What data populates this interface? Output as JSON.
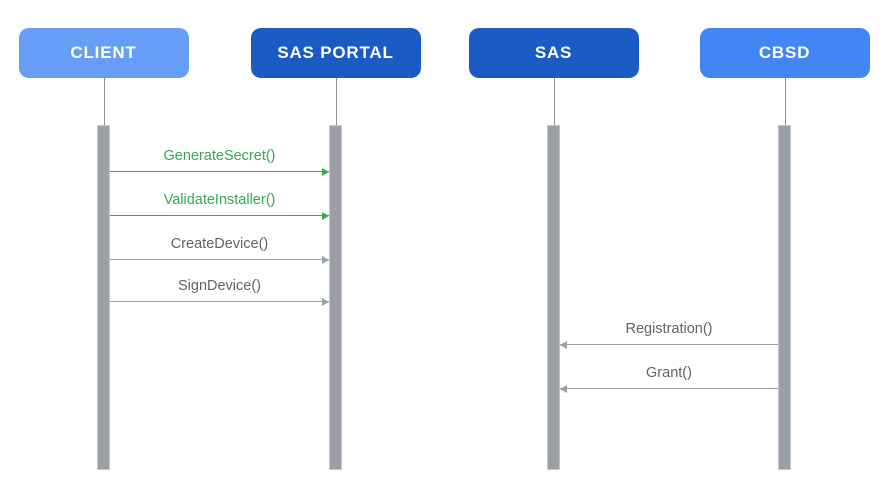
{
  "diagram": {
    "type": "sequence-diagram",
    "background_color": "#ffffff",
    "actors": [
      {
        "id": "client",
        "label": "CLIENT",
        "fill": "#669df6",
        "text_color": "#ffffff"
      },
      {
        "id": "sas-portal",
        "label": "SAS PORTAL",
        "fill": "#1a5bc4",
        "text_color": "#ffffff"
      },
      {
        "id": "sas",
        "label": "SAS",
        "fill": "#1a5bc4",
        "text_color": "#ffffff"
      },
      {
        "id": "cbsd",
        "label": "CBSD",
        "fill": "#4285f4",
        "text_color": "#ffffff"
      }
    ],
    "messages": [
      {
        "label": "GenerateSecret()",
        "from": "client",
        "to": "sas-portal",
        "line_color": "#34a853",
        "text_color": "#34a853"
      },
      {
        "label": "ValidateInstaller()",
        "from": "client",
        "to": "sas-portal",
        "line_color": "#34a853",
        "text_color": "#34a853"
      },
      {
        "label": "CreateDevice()",
        "from": "client",
        "to": "sas-portal",
        "line_color": "#9aa0a6",
        "text_color": "#5f6368"
      },
      {
        "label": "SignDevice()",
        "from": "client",
        "to": "sas-portal",
        "line_color": "#9aa0a6",
        "text_color": "#5f6368"
      },
      {
        "label": "Registration()",
        "from": "cbsd",
        "to": "sas",
        "line_color": "#9aa0a6",
        "text_color": "#5f6368"
      },
      {
        "label": "Grant()",
        "from": "cbsd",
        "to": "sas",
        "line_color": "#9aa0a6",
        "text_color": "#5f6368"
      }
    ],
    "colors": {
      "activation_bar": "#9aa0a6",
      "lifeline_stem": "#8b9095",
      "green_accent": "#34a853",
      "gray_accent": "#9aa0a6"
    }
  }
}
